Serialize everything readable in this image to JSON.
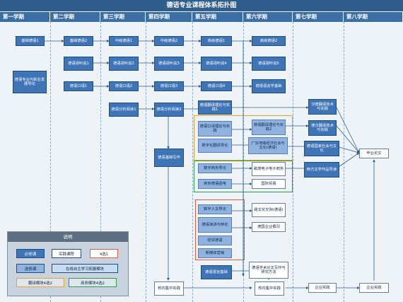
{
  "title": "德语专业课程体系拓扑图",
  "semesters": [
    "第一学期",
    "第二学期",
    "第三学期",
    "第四学期",
    "第五学期",
    "第六学期",
    "第七学期",
    "第八学期"
  ],
  "courses": {
    "basic1": "基础德语1",
    "career_intro": "德语专业与职业发展导论",
    "basic2": "基础德语2",
    "listen1": "德语视听说1",
    "oral1": "德语口语1",
    "mid1": "中级德语1",
    "listen2": "德语视听说2",
    "oral2": "德语口语2",
    "reading1": "德语分析阅读1",
    "mid2": "中级德语2",
    "listen3": "德语视听说3",
    "oral3": "德语口语3",
    "reading2": "德语分析阅读2",
    "writing_basic": "德语基础写作",
    "adv1": "高级德语1",
    "listen4": "德语视听说4",
    "oral4": "德语口语4",
    "trans_theory1": "德语翻译理论与实践1",
    "interp_theory": "德语口译理论与实践",
    "digital_trans": "数字化翻译导论",
    "biz_guide": "数字商务导论",
    "ecom_de": "商务德语函电",
    "humanities": "数字人文导论",
    "speech": "德语演讲与辩论",
    "economy": "经贸德语",
    "news": "新媒体营销",
    "lit_select": "德语语言基础",
    "adv2": "高级德语2",
    "listen5": "德语视听说5",
    "grammar": "德语语言学基础",
    "trans_theory2": "德语翻译理论与实践2",
    "regional": "广东地域经济社会与文化(德语)",
    "cross_ecom": "跨境电子电子商务",
    "intl_trade": "国际贸易",
    "intercult": "跨文化交际(德语)",
    "de_company": "德国企业概况",
    "thesis_method": "德语学术论文写作与研究方法",
    "cn_de_trans": "汉德翻译技术与实践",
    "de_cn_trans": "德汉翻译技术与实践",
    "society": "德语国家社会与文化",
    "west_lit": "西方文学作品导读",
    "thesis": "毕业论文",
    "intern1": "校内集中实践",
    "intern2": "校内集中实践",
    "intern3": "企业实践",
    "intern4": "企业实践"
  },
  "legend": {
    "title": "说明",
    "required": "必修课",
    "practice": "实践课程",
    "choose1": "4选1",
    "elective": "选修课",
    "online": "在线自主学习拓展模块",
    "trans_module": "翻译模块4选2",
    "biz_module": "商务模块4选2"
  },
  "colors": {
    "required": "#3f74b7",
    "elective": "#8fb2e0",
    "trans_group": "#e3a437",
    "biz_group": "#2e9e45",
    "choose_group": "#e05a3c"
  }
}
